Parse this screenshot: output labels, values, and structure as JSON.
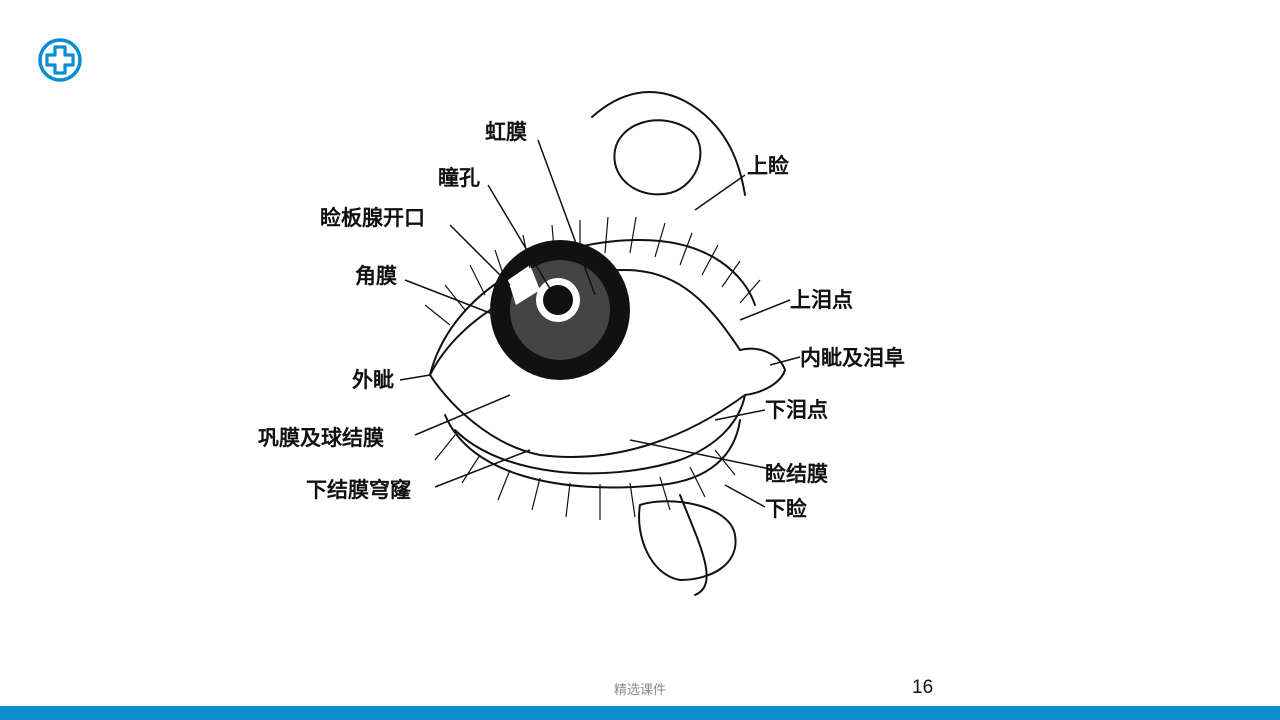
{
  "theme": {
    "accent": "#0a8ed0"
  },
  "logo_icon": "medical-cross-icon",
  "diagram": {
    "labels": {
      "iris": "虹膜",
      "pupil": "瞳孔",
      "meibomian_openings": "睑板腺开口",
      "cornea": "角膜",
      "lateral_canthus": "外眦",
      "sclera_conjunctiva": "巩膜及球结膜",
      "lower_fornix": "下结膜穹窿",
      "upper_eyelid": "上睑",
      "upper_punctum": "上泪点",
      "medial_canthus": "内眦及泪阜",
      "lower_punctum": "下泪点",
      "palpebral_conjunctiva": "睑结膜",
      "lower_eyelid": "下睑"
    }
  },
  "footer": {
    "text": "精选课件",
    "page_number": "16"
  }
}
